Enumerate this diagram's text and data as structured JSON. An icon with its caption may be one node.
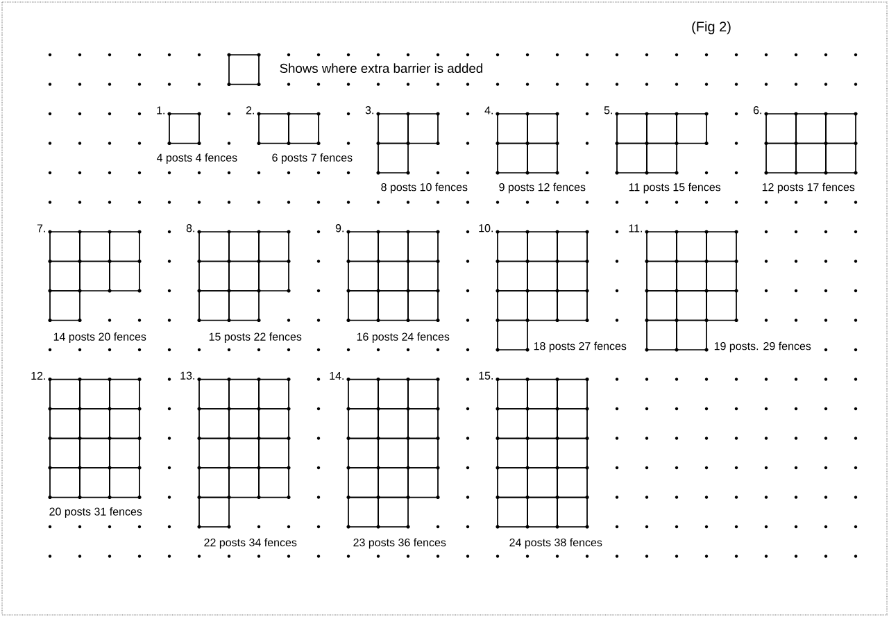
{
  "diagram": {
    "title": "(Fig 2)",
    "legend": [
      {
        "text": "Shows where extra barrier is added"
      }
    ],
    "labels": [
      "1.",
      "4 posts 4 fences",
      "2.",
      "6 posts 7 fences",
      "3.",
      "8 posts 10 fences",
      "4.",
      "9 posts 12 fences",
      "5.",
      "11 posts 15 fences",
      "6.",
      "12 posts 17 fences",
      "7.",
      "14 posts 20 fences",
      "8.",
      "15 posts 22 fences",
      "9.",
      "16 posts 24 fences",
      "10.",
      "18 posts 27 fences",
      "11.",
      "19 posts. 29 fences",
      "12.",
      "20 posts 31 fences",
      "13.",
      "22 posts 34 fences",
      "14.",
      "23 posts 36 fences",
      "15.",
      "24 posts 38 fences"
    ]
  }
}
